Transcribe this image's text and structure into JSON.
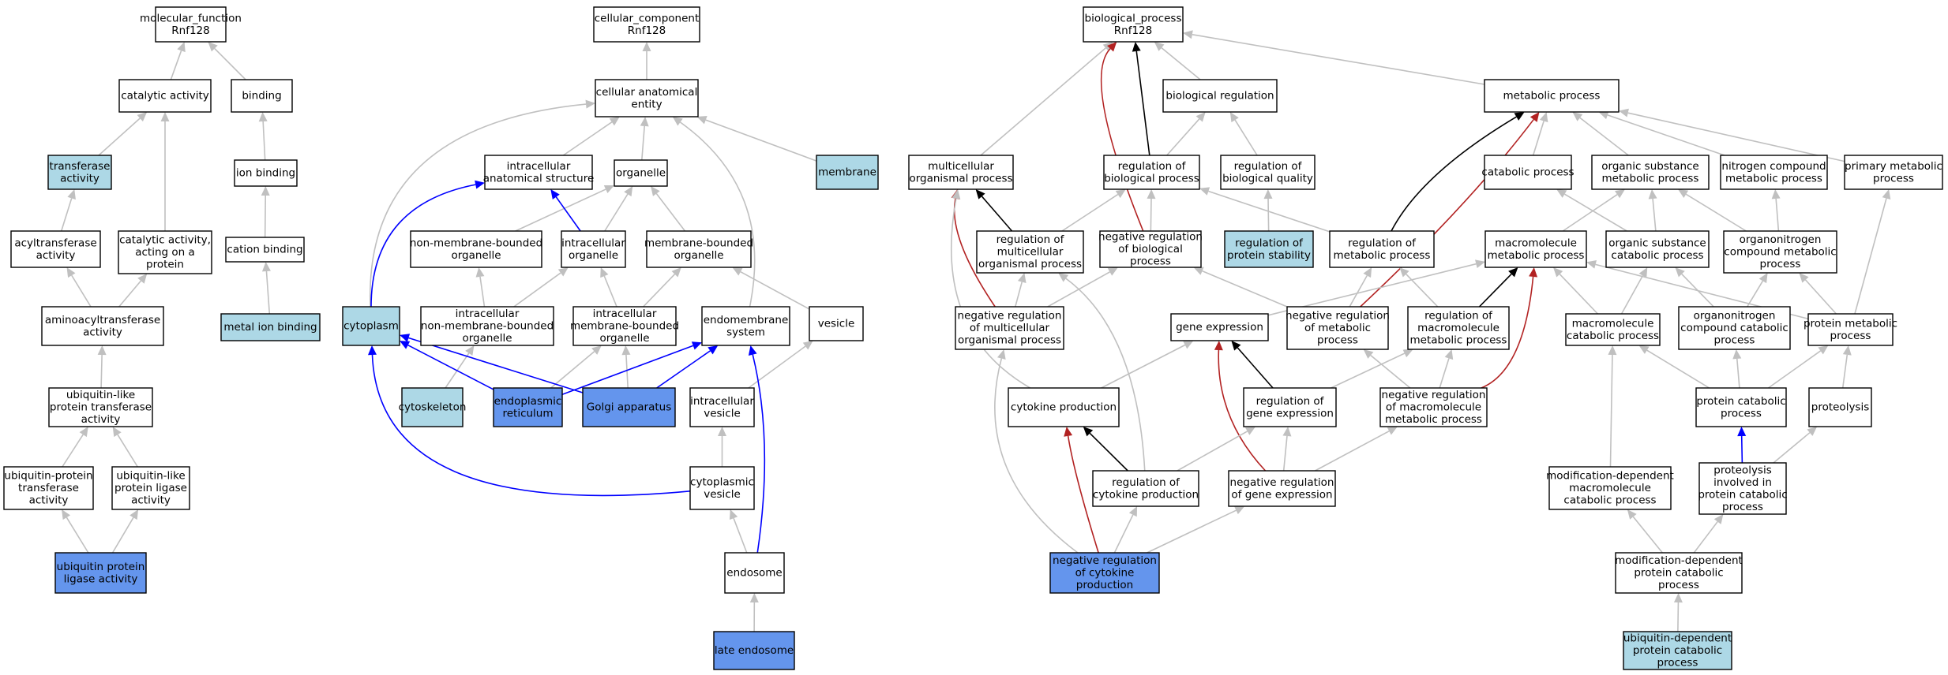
{
  "palette": {
    "plain": "#ffffff",
    "light": "#add8e6",
    "dark": "#6495ed",
    "gray": "#c0c0c0",
    "black": "#000000",
    "red": "#b22222",
    "blue": "#0000ff"
  },
  "nodes": [
    {
      "id": "mf",
      "lines": [
        "molecular_function",
        "Rnf128"
      ],
      "fill": "plain"
    },
    {
      "id": "cat",
      "lines": [
        "catalytic activity"
      ],
      "fill": "plain"
    },
    {
      "id": "bind",
      "lines": [
        "binding"
      ],
      "fill": "plain"
    },
    {
      "id": "transf",
      "lines": [
        "transferase",
        "activity"
      ],
      "fill": "light"
    },
    {
      "id": "ionb",
      "lines": [
        "ion binding"
      ],
      "fill": "plain"
    },
    {
      "id": "acyl",
      "lines": [
        "acyltransferase",
        "activity"
      ],
      "fill": "plain"
    },
    {
      "id": "catprot",
      "lines": [
        "catalytic activity,",
        "acting on a",
        "protein"
      ],
      "fill": "plain"
    },
    {
      "id": "cationb",
      "lines": [
        "cation binding"
      ],
      "fill": "plain"
    },
    {
      "id": "aminoacyl",
      "lines": [
        "aminoacyltransferase",
        "activity"
      ],
      "fill": "plain"
    },
    {
      "id": "metalion",
      "lines": [
        "metal ion binding"
      ],
      "fill": "light"
    },
    {
      "id": "ubllt",
      "lines": [
        "ubiquitin-like",
        "protein transferase",
        "activity"
      ],
      "fill": "plain"
    },
    {
      "id": "ubpt",
      "lines": [
        "ubiquitin-protein",
        "transferase",
        "activity"
      ],
      "fill": "plain"
    },
    {
      "id": "ubllig",
      "lines": [
        "ubiquitin-like",
        "protein ligase",
        "activity"
      ],
      "fill": "plain"
    },
    {
      "id": "ubplig",
      "lines": [
        "ubiquitin protein",
        "ligase activity"
      ],
      "fill": "dark"
    },
    {
      "id": "cc",
      "lines": [
        "cellular_component",
        "Rnf128"
      ],
      "fill": "plain"
    },
    {
      "id": "cae",
      "lines": [
        "cellular anatomical",
        "entity"
      ],
      "fill": "plain"
    },
    {
      "id": "ias",
      "lines": [
        "intracellular",
        "anatomical structure"
      ],
      "fill": "plain"
    },
    {
      "id": "org",
      "lines": [
        "organelle"
      ],
      "fill": "plain"
    },
    {
      "id": "memb",
      "lines": [
        "membrane"
      ],
      "fill": "light"
    },
    {
      "id": "nmbo",
      "lines": [
        "non-membrane-bounded",
        "organelle"
      ],
      "fill": "plain"
    },
    {
      "id": "io",
      "lines": [
        "intracellular",
        "organelle"
      ],
      "fill": "plain"
    },
    {
      "id": "mbo",
      "lines": [
        "membrane-bounded",
        "organelle"
      ],
      "fill": "plain"
    },
    {
      "id": "cyto",
      "lines": [
        "cytoplasm"
      ],
      "fill": "light"
    },
    {
      "id": "inmbo",
      "lines": [
        "intracellular",
        "non-membrane-bounded",
        "organelle"
      ],
      "fill": "plain"
    },
    {
      "id": "imbo",
      "lines": [
        "intracellular",
        "membrane-bounded",
        "organelle"
      ],
      "fill": "plain"
    },
    {
      "id": "endos",
      "lines": [
        "endomembrane",
        "system"
      ],
      "fill": "plain"
    },
    {
      "id": "ves",
      "lines": [
        "vesicle"
      ],
      "fill": "plain"
    },
    {
      "id": "cytosk",
      "lines": [
        "cytoskeleton"
      ],
      "fill": "light"
    },
    {
      "id": "er",
      "lines": [
        "endoplasmic",
        "reticulum"
      ],
      "fill": "dark"
    },
    {
      "id": "golgi",
      "lines": [
        "Golgi apparatus"
      ],
      "fill": "dark"
    },
    {
      "id": "iv",
      "lines": [
        "intracellular",
        "vesicle"
      ],
      "fill": "plain"
    },
    {
      "id": "cv",
      "lines": [
        "cytoplasmic",
        "vesicle"
      ],
      "fill": "plain"
    },
    {
      "id": "endosome",
      "lines": [
        "endosome"
      ],
      "fill": "plain"
    },
    {
      "id": "late",
      "lines": [
        "late endosome"
      ],
      "fill": "dark"
    },
    {
      "id": "bp",
      "lines": [
        "biological_process",
        "Rnf128"
      ],
      "fill": "plain"
    },
    {
      "id": "breg",
      "lines": [
        "biological regulation"
      ],
      "fill": "plain"
    },
    {
      "id": "metab",
      "lines": [
        "metabolic process"
      ],
      "fill": "plain"
    },
    {
      "id": "multi",
      "lines": [
        "multicellular",
        "organismal process"
      ],
      "fill": "plain"
    },
    {
      "id": "regbp",
      "lines": [
        "regulation of",
        "biological process"
      ],
      "fill": "plain"
    },
    {
      "id": "regbq",
      "lines": [
        "regulation of",
        "biological quality"
      ],
      "fill": "plain"
    },
    {
      "id": "catab",
      "lines": [
        "catabolic process"
      ],
      "fill": "plain"
    },
    {
      "id": "osmp",
      "lines": [
        "organic substance",
        "metabolic process"
      ],
      "fill": "plain"
    },
    {
      "id": "ncmp",
      "lines": [
        "nitrogen compound",
        "metabolic process"
      ],
      "fill": "plain"
    },
    {
      "id": "pmp",
      "lines": [
        "primary metabolic",
        "process"
      ],
      "fill": "plain"
    },
    {
      "id": "regmop",
      "lines": [
        "regulation of",
        "multicellular",
        "organismal process"
      ],
      "fill": "plain"
    },
    {
      "id": "nregbp",
      "lines": [
        "negative regulation",
        "of biological",
        "process"
      ],
      "fill": "plain"
    },
    {
      "id": "regps",
      "lines": [
        "regulation of",
        "protein stability"
      ],
      "fill": "light"
    },
    {
      "id": "regmp",
      "lines": [
        "regulation of",
        "metabolic process"
      ],
      "fill": "plain"
    },
    {
      "id": "mmp",
      "lines": [
        "macromolecule",
        "metabolic process"
      ],
      "fill": "plain"
    },
    {
      "id": "oscp",
      "lines": [
        "organic substance",
        "catabolic process"
      ],
      "fill": "plain"
    },
    {
      "id": "oncmp",
      "lines": [
        "organonitrogen",
        "compound metabolic",
        "process"
      ],
      "fill": "plain"
    },
    {
      "id": "nregmop",
      "lines": [
        "negative regulation",
        "of multicellular",
        "organismal process"
      ],
      "fill": "plain"
    },
    {
      "id": "gexp",
      "lines": [
        "gene expression"
      ],
      "fill": "plain"
    },
    {
      "id": "nregmp",
      "lines": [
        "negative regulation",
        "of metabolic",
        "process"
      ],
      "fill": "plain"
    },
    {
      "id": "regmmp",
      "lines": [
        "regulation of",
        "macromolecule",
        "metabolic process"
      ],
      "fill": "plain"
    },
    {
      "id": "mcp",
      "lines": [
        "macromolecule",
        "catabolic process"
      ],
      "fill": "plain"
    },
    {
      "id": "onccp",
      "lines": [
        "organonitrogen",
        "compound catabolic",
        "process"
      ],
      "fill": "plain"
    },
    {
      "id": "protmp",
      "lines": [
        "protein metabolic",
        "process"
      ],
      "fill": "plain"
    },
    {
      "id": "cytprod",
      "lines": [
        "cytokine production"
      ],
      "fill": "plain"
    },
    {
      "id": "reggexp",
      "lines": [
        "regulation of",
        "gene expression"
      ],
      "fill": "plain"
    },
    {
      "id": "nregmmp",
      "lines": [
        "negative regulation",
        "of macromolecule",
        "metabolic process"
      ],
      "fill": "plain"
    },
    {
      "id": "pcp",
      "lines": [
        "protein catabolic",
        "process"
      ],
      "fill": "plain"
    },
    {
      "id": "proteol",
      "lines": [
        "proteolysis"
      ],
      "fill": "plain"
    },
    {
      "id": "regcyt",
      "lines": [
        "regulation of",
        "cytokine production"
      ],
      "fill": "plain"
    },
    {
      "id": "nreggexp",
      "lines": [
        "negative regulation",
        "of gene expression"
      ],
      "fill": "plain"
    },
    {
      "id": "mdmcp",
      "lines": [
        "modification-dependent",
        "macromolecule",
        "catabolic process"
      ],
      "fill": "plain"
    },
    {
      "id": "pipcp",
      "lines": [
        "proteolysis",
        "involved in",
        "protein catabolic",
        "process"
      ],
      "fill": "plain"
    },
    {
      "id": "nregcyt",
      "lines": [
        "negative regulation",
        "of cytokine",
        "production"
      ],
      "fill": "dark"
    },
    {
      "id": "mdpcp",
      "lines": [
        "modification-dependent",
        "protein catabolic",
        "process"
      ],
      "fill": "plain"
    },
    {
      "id": "udpcp",
      "lines": [
        "ubiquitin-dependent",
        "protein catabolic",
        "process"
      ],
      "fill": "light"
    }
  ],
  "edges": [
    {
      "from": "cat",
      "to": "mf",
      "kind": "gray"
    },
    {
      "from": "bind",
      "to": "mf",
      "kind": "gray"
    },
    {
      "from": "transf",
      "to": "cat",
      "kind": "gray"
    },
    {
      "from": "catprot",
      "to": "cat",
      "kind": "gray"
    },
    {
      "from": "ionb",
      "to": "bind",
      "kind": "gray"
    },
    {
      "from": "acyl",
      "to": "transf",
      "kind": "gray"
    },
    {
      "from": "cationb",
      "to": "ionb",
      "kind": "gray"
    },
    {
      "from": "aminoacyl",
      "to": "acyl",
      "kind": "gray"
    },
    {
      "from": "aminoacyl",
      "to": "catprot",
      "kind": "gray"
    },
    {
      "from": "metalion",
      "to": "cationb",
      "kind": "gray"
    },
    {
      "from": "ubllt",
      "to": "aminoacyl",
      "kind": "gray"
    },
    {
      "from": "ubpt",
      "to": "ubllt",
      "kind": "gray"
    },
    {
      "from": "ubllig",
      "to": "ubllt",
      "kind": "gray"
    },
    {
      "from": "ubplig",
      "to": "ubpt",
      "kind": "gray"
    },
    {
      "from": "ubplig",
      "to": "ubllig",
      "kind": "gray"
    },
    {
      "from": "cae",
      "to": "cc",
      "kind": "gray"
    },
    {
      "from": "ias",
      "to": "cae",
      "kind": "gray"
    },
    {
      "from": "org",
      "to": "cae",
      "kind": "gray"
    },
    {
      "from": "memb",
      "to": "cae",
      "kind": "gray"
    },
    {
      "from": "cyto",
      "to": "cae",
      "kind": "gray"
    },
    {
      "from": "endos",
      "to": "cae",
      "kind": "gray"
    },
    {
      "from": "nmbo",
      "to": "org",
      "kind": "gray"
    },
    {
      "from": "io",
      "to": "org",
      "kind": "gray"
    },
    {
      "from": "mbo",
      "to": "org",
      "kind": "gray"
    },
    {
      "from": "io",
      "to": "ias",
      "kind": "blue"
    },
    {
      "from": "cyto",
      "to": "ias",
      "kind": "blue"
    },
    {
      "from": "inmbo",
      "to": "nmbo",
      "kind": "gray"
    },
    {
      "from": "inmbo",
      "to": "io",
      "kind": "gray"
    },
    {
      "from": "imbo",
      "to": "io",
      "kind": "gray"
    },
    {
      "from": "imbo",
      "to": "mbo",
      "kind": "gray"
    },
    {
      "from": "ves",
      "to": "mbo",
      "kind": "gray"
    },
    {
      "from": "cytosk",
      "to": "inmbo",
      "kind": "gray"
    },
    {
      "from": "er",
      "to": "imbo",
      "kind": "gray"
    },
    {
      "from": "golgi",
      "to": "imbo",
      "kind": "gray"
    },
    {
      "from": "er",
      "to": "cyto",
      "kind": "blue"
    },
    {
      "from": "golgi",
      "to": "cyto",
      "kind": "blue"
    },
    {
      "from": "er",
      "to": "endos",
      "kind": "blue"
    },
    {
      "from": "golgi",
      "to": "endos",
      "kind": "blue"
    },
    {
      "from": "iv",
      "to": "ves",
      "kind": "gray"
    },
    {
      "from": "cv",
      "to": "iv",
      "kind": "gray"
    },
    {
      "from": "cv",
      "to": "cyto",
      "kind": "blue"
    },
    {
      "from": "endosome",
      "to": "cv",
      "kind": "gray"
    },
    {
      "from": "endosome",
      "to": "endos",
      "kind": "blue"
    },
    {
      "from": "late",
      "to": "endosome",
      "kind": "gray"
    },
    {
      "from": "multi",
      "to": "bp",
      "kind": "gray"
    },
    {
      "from": "breg",
      "to": "bp",
      "kind": "gray"
    },
    {
      "from": "metab",
      "to": "bp",
      "kind": "gray"
    },
    {
      "from": "regbp",
      "to": "bp",
      "kind": "black"
    },
    {
      "from": "nregbp",
      "to": "bp",
      "kind": "red"
    },
    {
      "from": "regbp",
      "to": "breg",
      "kind": "gray"
    },
    {
      "from": "regbq",
      "to": "breg",
      "kind": "gray"
    },
    {
      "from": "catab",
      "to": "metab",
      "kind": "gray"
    },
    {
      "from": "osmp",
      "to": "metab",
      "kind": "gray"
    },
    {
      "from": "ncmp",
      "to": "metab",
      "kind": "gray"
    },
    {
      "from": "pmp",
      "to": "metab",
      "kind": "gray"
    },
    {
      "from": "regmp",
      "to": "metab",
      "kind": "black"
    },
    {
      "from": "nregmp",
      "to": "metab",
      "kind": "red"
    },
    {
      "from": "regmop",
      "to": "multi",
      "kind": "black"
    },
    {
      "from": "nregmop",
      "to": "multi",
      "kind": "red"
    },
    {
      "from": "cytprod",
      "to": "multi",
      "kind": "gray"
    },
    {
      "from": "regmop",
      "to": "regbp",
      "kind": "gray"
    },
    {
      "from": "nregbp",
      "to": "regbp",
      "kind": "gray"
    },
    {
      "from": "regmp",
      "to": "regbp",
      "kind": "gray"
    },
    {
      "from": "regps",
      "to": "regbq",
      "kind": "gray"
    },
    {
      "from": "mmp",
      "to": "osmp",
      "kind": "gray"
    },
    {
      "from": "oscp",
      "to": "catab",
      "kind": "gray"
    },
    {
      "from": "oscp",
      "to": "osmp",
      "kind": "gray"
    },
    {
      "from": "oncmp",
      "to": "osmp",
      "kind": "gray"
    },
    {
      "from": "oncmp",
      "to": "ncmp",
      "kind": "gray"
    },
    {
      "from": "protmp",
      "to": "pmp",
      "kind": "gray"
    },
    {
      "from": "nregmop",
      "to": "regmop",
      "kind": "gray"
    },
    {
      "from": "nregmop",
      "to": "nregbp",
      "kind": "gray"
    },
    {
      "from": "nregmp",
      "to": "nregbp",
      "kind": "gray"
    },
    {
      "from": "nregmp",
      "to": "regmp",
      "kind": "gray"
    },
    {
      "from": "regmmp",
      "to": "regmp",
      "kind": "gray"
    },
    {
      "from": "regmmp",
      "to": "mmp",
      "kind": "black"
    },
    {
      "from": "nregmmp",
      "to": "mmp",
      "kind": "red"
    },
    {
      "from": "gexp",
      "to": "mmp",
      "kind": "gray"
    },
    {
      "from": "mcp",
      "to": "mmp",
      "kind": "gray"
    },
    {
      "from": "mcp",
      "to": "oscp",
      "kind": "gray"
    },
    {
      "from": "onccp",
      "to": "oscp",
      "kind": "gray"
    },
    {
      "from": "onccp",
      "to": "oncmp",
      "kind": "gray"
    },
    {
      "from": "protmp",
      "to": "mmp",
      "kind": "gray"
    },
    {
      "from": "protmp",
      "to": "oncmp",
      "kind": "gray"
    },
    {
      "from": "cytprod",
      "to": "gexp",
      "kind": "gray"
    },
    {
      "from": "reggexp",
      "to": "gexp",
      "kind": "black"
    },
    {
      "from": "nreggexp",
      "to": "gexp",
      "kind": "red"
    },
    {
      "from": "reggexp",
      "to": "regmmp",
      "kind": "gray"
    },
    {
      "from": "nregmmp",
      "to": "nregmp",
      "kind": "gray"
    },
    {
      "from": "nregmmp",
      "to": "regmmp",
      "kind": "gray"
    },
    {
      "from": "pcp",
      "to": "mcp",
      "kind": "gray"
    },
    {
      "from": "pcp",
      "to": "onccp",
      "kind": "gray"
    },
    {
      "from": "pcp",
      "to": "protmp",
      "kind": "gray"
    },
    {
      "from": "proteol",
      "to": "protmp",
      "kind": "gray"
    },
    {
      "from": "regcyt",
      "to": "cytprod",
      "kind": "black"
    },
    {
      "from": "regcyt",
      "to": "regmop",
      "kind": "gray"
    },
    {
      "from": "regcyt",
      "to": "reggexp",
      "kind": "gray"
    },
    {
      "from": "nreggexp",
      "to": "reggexp",
      "kind": "gray"
    },
    {
      "from": "nreggexp",
      "to": "nregmmp",
      "kind": "gray"
    },
    {
      "from": "pipcp",
      "to": "pcp",
      "kind": "blue"
    },
    {
      "from": "pipcp",
      "to": "proteol",
      "kind": "gray"
    },
    {
      "from": "mdmcp",
      "to": "mcp",
      "kind": "gray"
    },
    {
      "from": "nregcyt",
      "to": "cytprod",
      "kind": "red"
    },
    {
      "from": "nregcyt",
      "to": "regcyt",
      "kind": "gray"
    },
    {
      "from": "nregcyt",
      "to": "nregmop",
      "kind": "gray"
    },
    {
      "from": "nregcyt",
      "to": "nreggexp",
      "kind": "gray"
    },
    {
      "from": "mdpcp",
      "to": "mdmcp",
      "kind": "gray"
    },
    {
      "from": "mdpcp",
      "to": "pipcp",
      "kind": "gray"
    },
    {
      "from": "udpcp",
      "to": "mdpcp",
      "kind": "gray"
    }
  ]
}
